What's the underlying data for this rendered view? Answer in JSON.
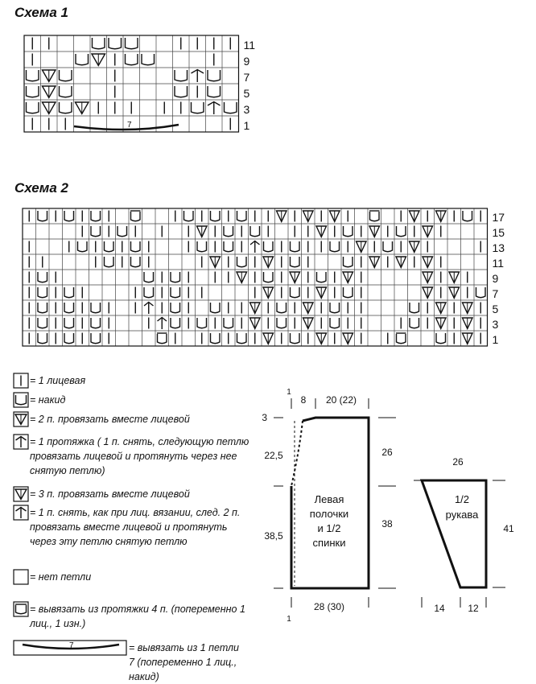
{
  "scheme1": {
    "title": "Схема 1",
    "row_labels": [
      "11",
      "9",
      "7",
      "5",
      "3",
      "1"
    ],
    "rows": [
      "||..UUU..||||",
      "|..UV|UU...|.",
      "UVU..|...UAU.",
      "UVU..|...U|U.",
      "UVUV|||.||UAU",
      "|||.........|"
    ],
    "bracket_label": "7"
  },
  "scheme2": {
    "title": "Схема 2",
    "row_labels": [
      "17",
      "15",
      "13",
      "11",
      "9",
      "7",
      "5",
      "3",
      "1"
    ],
    "rows": [
      "|U|U|U|.B..|U|U|U||V|V|V|.Q.|V|V|U|",
      "....|U|U|.|.|V|U|U|.||V|U|V|U|V|...",
      "|..|U|U|U|..|U|U|AU|U||U|V|U|V|...|",
      "||...|U|U|...|V|U|V|U|..U|V|V|V|...",
      "|U|......U|U|.||V|U|V|U|V|....V|V|.",
      "|U|U|...|U|U||...|V|U|V|U|....V|V|U",
      "|U|U|U|.|A|U|.U||V|U|V|U||...U|V|V|",
      "|U|U|U|..|AU|U|U|V|U|V|U||..|U|V|V|",
      "|U|U|U|...B|.|U|U|V|U|V|V|.|Q..U|V|"
    ]
  },
  "legend": [
    {
      "symbol": "knit",
      "text": "= 1 лицевая"
    },
    {
      "symbol": "yarn-over",
      "text": "= накид"
    },
    {
      "symbol": "k2tog",
      "text": "= 2 п. провязать вместе лицевой"
    },
    {
      "symbol": "pull-through",
      "text": "= 1 протяжка ( 1 п. снять, следующую петлю провязать лицевой и протянуть через нее снятую петлю)"
    },
    {
      "symbol": "k3tog",
      "text": "= 3 п. провязать вместе лицевой"
    },
    {
      "symbol": "sk2p",
      "text": "= 1 п. снять, как при лиц. вязании, след. 2 п. провязать вместе лицевой и протянуть через эту петлю снятую петлю"
    },
    {
      "symbol": "no-stitch",
      "text": "= нет петли"
    },
    {
      "symbol": "bobble-4",
      "text": "= вывязать из протяжки 4 п. (попеременно 1 лиц., 1 изн.)"
    },
    {
      "symbol": "bracket-7",
      "text": "= вывязать из 1 петли 7 (попеременно 1 лиц., накид)"
    }
  ],
  "pattern_front": {
    "label": "Левая полочки и 1/2 спинки",
    "dims": {
      "top_left": "8",
      "top_right": "20 (22)",
      "neck": "3",
      "armhole": "22,5",
      "armhole_right": "26",
      "side": "38,5",
      "side_right": "38",
      "bottom": "28 (30)",
      "mark_top": "1",
      "mark_bottom": "1"
    }
  },
  "pattern_sleeve": {
    "label": "1/2 рукава",
    "dims": {
      "top": "26",
      "height": "41",
      "bottom_left": "14",
      "bottom_right": "12"
    }
  }
}
